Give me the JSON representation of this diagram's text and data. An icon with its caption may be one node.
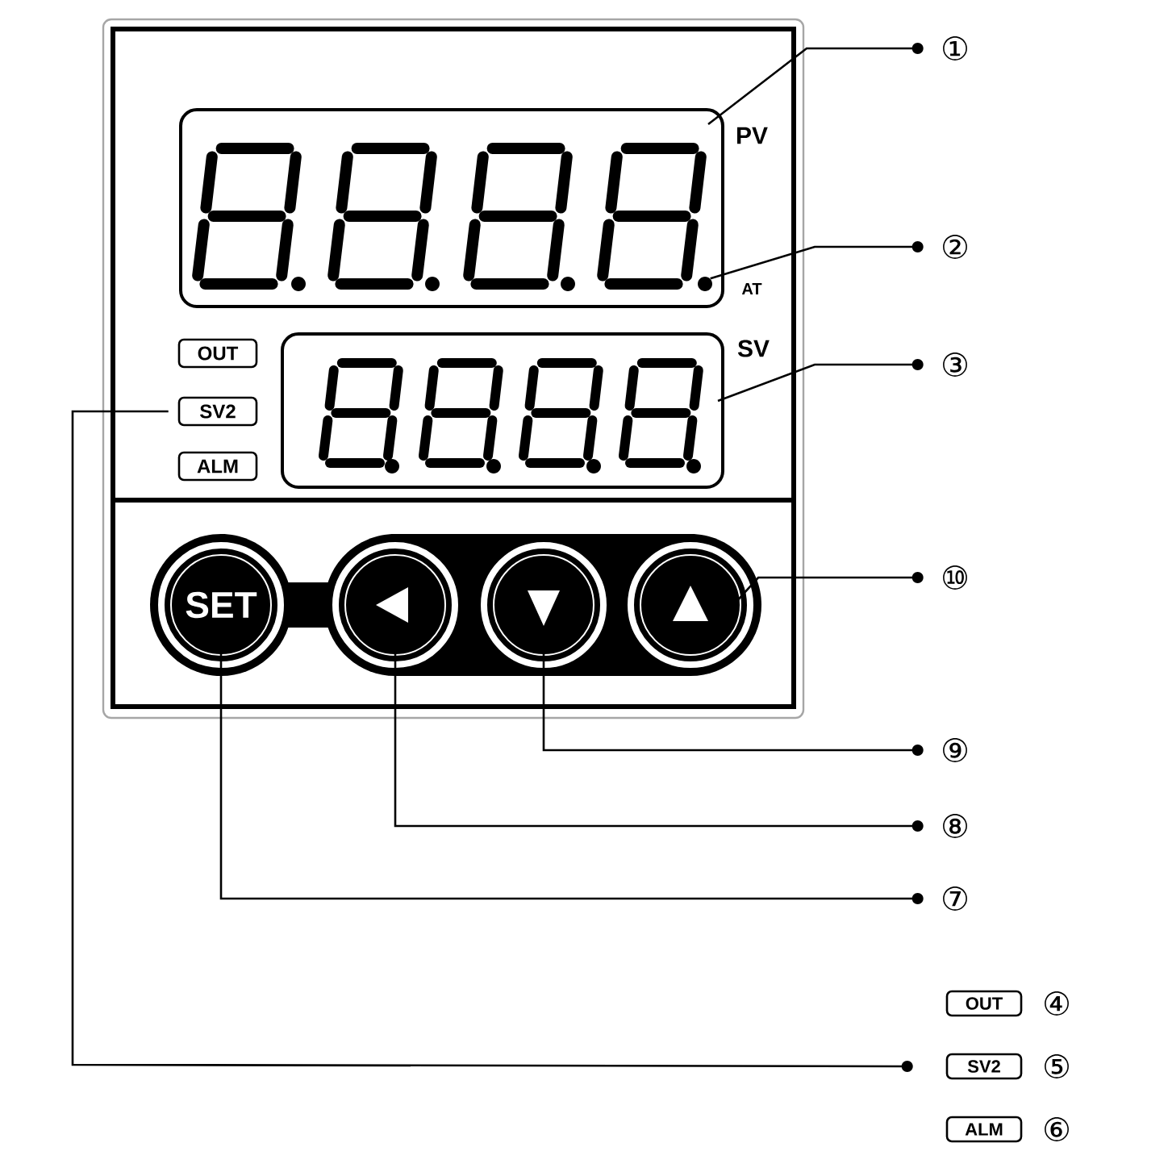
{
  "diagram": {
    "nodes": [
      {
        "text": [],
        "shape": "box"
      },
      {
        "text": [
          "PV"
        ],
        "in": 0
      },
      {
        "text": [],
        "shape": "circle",
        "beside": [
          "AT"
        ],
        "in": 1
      },
      {
        "text": [
          "SV"
        ],
        "in": 0
      },
      {
        "text": [
          "OUT"
        ],
        "in": 0
      },
      {
        "text": [
          "SV2"
        ],
        "in": 0
      },
      {
        "text": [
          "ALM"
        ],
        "in": 0
      },
      {
        "text": [
          "SET"
        ],
        "in": 0
      },
      {
        "text": [],
        "shape": "circle",
        "in": 0
      },
      {
        "text": [],
        "shape": "circle",
        "in": 0
      },
      {
        "text": [],
        "shape": "circle",
        "in": 0
      },
      {
        "text": [
          "①"
        ]
      },
      {
        "text": [
          "②"
        ]
      },
      {
        "text": [
          "③"
        ]
      },
      {
        "text": [
          "⑩"
        ]
      },
      {
        "text": [
          "⑨"
        ]
      },
      {
        "text": [
          "⑧"
        ]
      },
      {
        "text": [
          "⑦"
        ]
      },
      {
        "text": [
          "OUT"
        ],
        "beside": [
          "④"
        ]
      },
      {
        "text": [
          "SV2"
        ],
        "beside": [
          "⑤"
        ]
      },
      {
        "text": [
          "ALM"
        ],
        "beside": [
          "⑥"
        ]
      }
    ],
    "edges": [
      {
        "from": 11,
        "to": 1,
        "arrow": "other"
      },
      {
        "from": 12,
        "to": 2,
        "arrow": "other"
      },
      {
        "from": 13,
        "to": 3,
        "arrow": "other"
      },
      {
        "from": 14,
        "to": 10,
        "arrow": "other"
      },
      {
        "from": 15,
        "to": 9,
        "arrow": "other"
      },
      {
        "from": 16,
        "to": 8,
        "arrow": "other"
      },
      {
        "from": 17,
        "to": 7,
        "arrow": "other"
      },
      {
        "from": 19,
        "to": 5,
        "arrow": "other"
      }
    ]
  }
}
